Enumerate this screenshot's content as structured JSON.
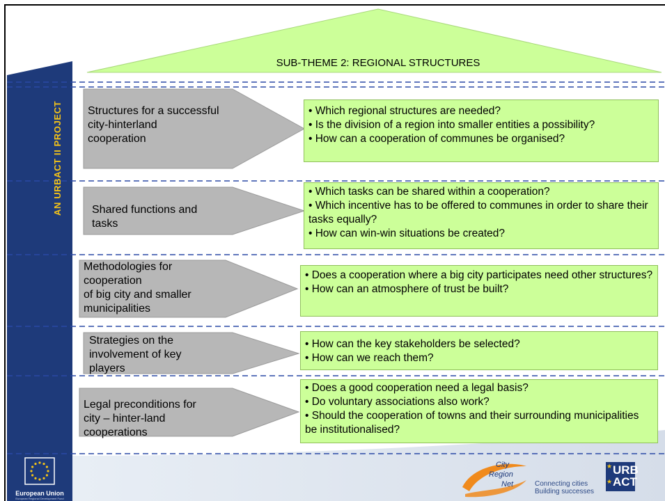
{
  "header": {
    "title": "SUB-THEME 2: REGIONAL STRUCTURES"
  },
  "sidebar": {
    "label": "AN URBACT II PROJECT"
  },
  "rows": [
    {
      "topic": "Structures for a successful\ncity-hinterland\ncooperation",
      "questions": [
        "• Which regional structures are needed?",
        "• Is the division of a region into smaller entities a possibility?",
        "• How can a cooperation of communes be organised?"
      ]
    },
    {
      "topic": "Shared functions and\ntasks",
      "questions": [
        "• Which tasks can be shared within a cooperation?",
        "• Which incentive has to be offered to communes in order to share their tasks equally?",
        "• How can win-win situations be created?"
      ]
    },
    {
      "topic": "Methodologies for\ncooperation\nof big city and smaller\nmunicipalities",
      "questions": [
        "• Does a cooperation where a big city participates need other structures?",
        "• How can an atmosphere of trust be built?"
      ]
    },
    {
      "topic": "Strategies on the\ninvolvement of key\nplayers",
      "questions": [
        "• How can the key stakeholders be selected?",
        "• How can we reach them?"
      ]
    },
    {
      "topic": "Legal preconditions for\ncity – hinter-land\ncooperations",
      "questions": [
        "• Does a good cooperation need a legal basis?",
        "• Do voluntary associations also work?",
        "• Should the cooperation of towns and their surrounding municipalities be institutionalised?"
      ]
    }
  ],
  "footer": {
    "eu_label": "European Union",
    "eu_sub": "European Regional Development Fund",
    "crn_line1": "City",
    "crn_line2": "Region",
    "crn_line3": "Net",
    "tagline1": "Connecting cities",
    "tagline2": "Building successes",
    "urbact_line1": "URB",
    "urbact_line2": "ACT"
  },
  "colors": {
    "frame": "#000000",
    "roof": "#ccff99",
    "sidebar": "#1e3a7a",
    "accent": "#f5c418",
    "arrow": "#b7b7b7",
    "box": "#ccff99",
    "divider": "#1f3f99"
  }
}
